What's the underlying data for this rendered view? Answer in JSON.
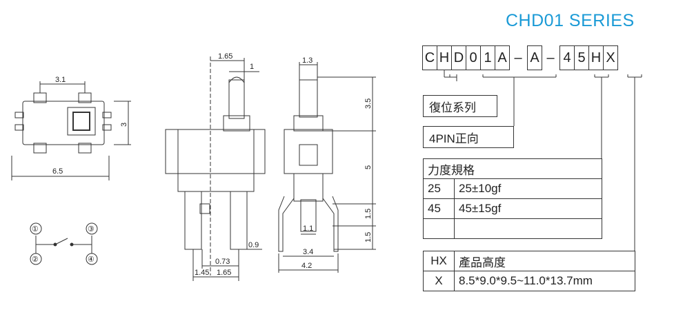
{
  "series_title": "CHD01  SERIES",
  "code_chars": [
    "C",
    "H",
    "D",
    "0",
    "1",
    "A",
    "–",
    "A",
    "–",
    "4",
    "5",
    "H",
    "X"
  ],
  "labels": {
    "reset": "復位系列",
    "pin": "4PIN正向"
  },
  "force_table": {
    "header": "力度規格",
    "rows": [
      {
        "code": "25",
        "value": "25±10gf"
      },
      {
        "code": "45",
        "value": "45±15gf"
      },
      {
        "code": "",
        "value": ""
      }
    ]
  },
  "height_table": {
    "rows": [
      {
        "code": "HX",
        "value": "產品高度"
      },
      {
        "code": "X",
        "value": "8.5*9.0*9.5~11.0*13.7mm"
      }
    ]
  },
  "dims": {
    "top_width": "3.1",
    "top_height": "3",
    "top_length": "6.5",
    "front_165": "1.65",
    "front_1": "1",
    "front_09": "0.9",
    "front_073": "0.73",
    "front_145": "1.45",
    "front_165b": "1.65",
    "side_13": "1.3",
    "side_35": "3.5",
    "side_5": "5",
    "side_15a": "1.5",
    "side_15b": "1.5",
    "side_11": "1.1",
    "side_34": "3.4",
    "side_42": "4.2"
  },
  "pins": [
    "①",
    "②",
    "③",
    "④"
  ]
}
